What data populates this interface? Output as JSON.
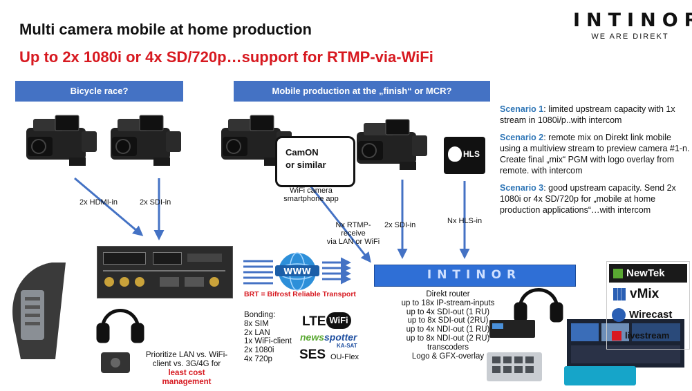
{
  "header": {
    "title": "Multi camera mobile at home production",
    "subtitle": "Up to 2x 1080i or 4x SD/720p…support for RTMP-via-WiFi",
    "logo_word": "INTINOR",
    "logo_tagline": "WE ARE DIREKT"
  },
  "boxes": {
    "left": "Bicycle race?",
    "right": "Mobile production at the „finish“ or MCR?"
  },
  "labels": {
    "hdmi_in": "2x HDMI-in",
    "sdi_in_left": "2x SDI-in",
    "phone_line1": "CamON",
    "phone_line2": "or similar",
    "wifi_camera_1": "WiFi camera",
    "wifi_camera_2": "smartphone app",
    "rtmp_1": "Nx RTMP-",
    "rtmp_2": "receive",
    "rtmp_3": "via LAN or WiFi",
    "sdi_in_right": "2x SDI-in",
    "hls_in": "Nx HLS-in",
    "hls_badge": "HLS",
    "brt": "BRT = Bifrost Reliable Transport"
  },
  "scenarios": [
    {
      "head": "Scenario 1",
      "text": ": limited upstream capacity with 1x stream in 1080i/p..with intercom"
    },
    {
      "head": "Scenario 2",
      "text": ": remote mix on Direkt link mobile using a multiview stream to preview camera #1-n. Create final „mix“ PGM with logo overlay from remote. with intercom"
    },
    {
      "head": "Scenario 3",
      "text": ": good upstream capacity. Send 2x 1080i or 4x SD/720p for „mobile at home production applications“…with intercom"
    }
  ],
  "router": {
    "brand": "INTINOR",
    "lines": [
      "Direkt router",
      "up to 18x IP-stream-inputs",
      "up to 4x SDI-out (1 RU)",
      "up to 8x SDI-out (2RU)",
      "up to 4x NDI-out (1 RU)",
      "up to 8x NDI-out (2 RU)",
      "transcoders",
      "Logo & GFX-overlay"
    ]
  },
  "bonding": {
    "lines": [
      "Bonding:",
      "8x SIM",
      "2x LAN",
      "1x WiFi-client",
      "2x 1080i",
      "4x 720p"
    ]
  },
  "logos": {
    "lte": "LTE",
    "wifi": "WiFi",
    "news": "news",
    "spotter": "spotter",
    "kasat": "KA-SAT",
    "ses": "SES",
    "ouflex": "OU-Flex"
  },
  "prioritize": {
    "text": "Prioritize LAN vs. WiFi-client vs. 3G/4G for",
    "highlight": "least cost management"
  },
  "products": [
    {
      "name": "NewTek",
      "color": "#ffffff",
      "bg": "#1a1a1a"
    },
    {
      "name": "vMix",
      "color": "#111111",
      "bg": "#ffffff"
    },
    {
      "name": "Wirecast",
      "color": "#111111",
      "bg": "#ffffff"
    },
    {
      "name": "livestream",
      "color": "#111111",
      "bg": "#ffffff"
    }
  ],
  "colors": {
    "accent_red": "#d71920",
    "box_blue": "#4472c4",
    "arrow_blue": "#4472c4",
    "scenario_blue": "#2e75b6",
    "router_blue": "#2f6fd6"
  }
}
